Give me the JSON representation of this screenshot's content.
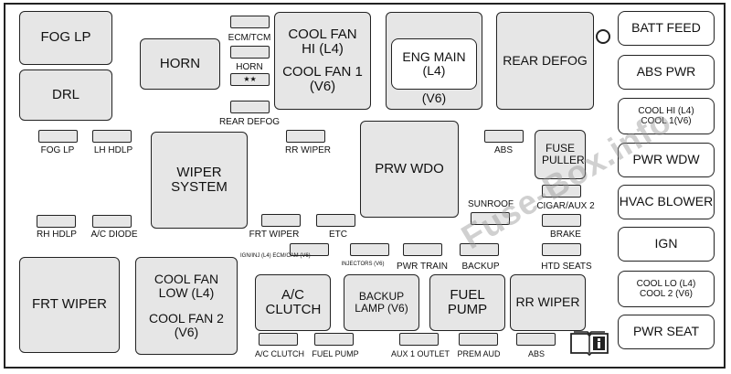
{
  "relays": {
    "fog_lp": "FOG LP",
    "drl": "DRL",
    "horn": "HORN",
    "wiper_system": "WIPER SYSTEM",
    "frt_wiper": "FRT WIPER",
    "cool_fan_low_l4": "COOL FAN LOW (L4)",
    "cool_fan_2_v6": "COOL FAN 2 (V6)",
    "cool_fan_hi_l4": "COOL FAN HI (L4)",
    "cool_fan_1_v6": "COOL FAN 1 (V6)",
    "eng_main_l4": "ENG MAIN (L4)",
    "eng_main_v6": "(V6)",
    "rear_defog": "REAR DEFOG",
    "prw_wdo": "PRW WDO",
    "fuse_puller": "FUSE PULLER",
    "ac_clutch": "A/C CLUTCH",
    "backup_lamp": "BACKUP LAMP (V6)",
    "fuel_pump": "FUEL PUMP",
    "rr_wiper": "RR WIPER"
  },
  "maxi_fuses": {
    "batt_feed": "BATT FEED",
    "abs_pwr": "ABS PWR",
    "cool_hi_1": "COOL HI (L4) COOL 1(V6)",
    "pwr_wdw": "PWR WDW",
    "hvac_blower": "HVAC BLOWER",
    "ign": "IGN",
    "cool_lo_2": "COOL LO (L4) COOL 2 (V6)",
    "pwr_seat": "PWR SEAT"
  },
  "fuse_labels": {
    "ecm_tcm": "ECM/TCM",
    "horn_small": "HORN",
    "horn_stars": "★★",
    "rear_defog_small": "REAR DEFOG",
    "fog_lp_small": "FOG LP",
    "lh_hdlp": "LH HDLP",
    "rr_wiper_small": "RR WIPER",
    "abs_small": "ABS",
    "sunroof": "SUNROOF",
    "cigar_aux2": "CIGAR/AUX 2",
    "rh_hdlp": "RH HDLP",
    "ac_diode": "A/C DIODE",
    "frt_wiper_small": "FRT WIPER",
    "etc": "ETC",
    "brake": "BRAKE",
    "ign_inj": "IGN/INJ (L4) ECM/CAM (V6)",
    "injectors": "INJECTORS (V6)",
    "pwr_train": "PWR TRAIN",
    "backup": "BACKUP",
    "htd_seats": "HTD SEATS",
    "ac_clutch_small": "A/C CLUTCH",
    "fuel_pump_small": "FUEL PUMP",
    "aux1_outlet": "AUX 1 OUTLET",
    "prem_aud": "PREM AUD",
    "abs_small_2": "ABS"
  },
  "icons": {
    "manual": "manual-book-icon",
    "bolt": "bolt-terminal-icon"
  },
  "watermark": "Fuse-Box.info",
  "colors": {
    "fill": "#e6e6e6",
    "outline": "#222222",
    "background": "#ffffff"
  }
}
